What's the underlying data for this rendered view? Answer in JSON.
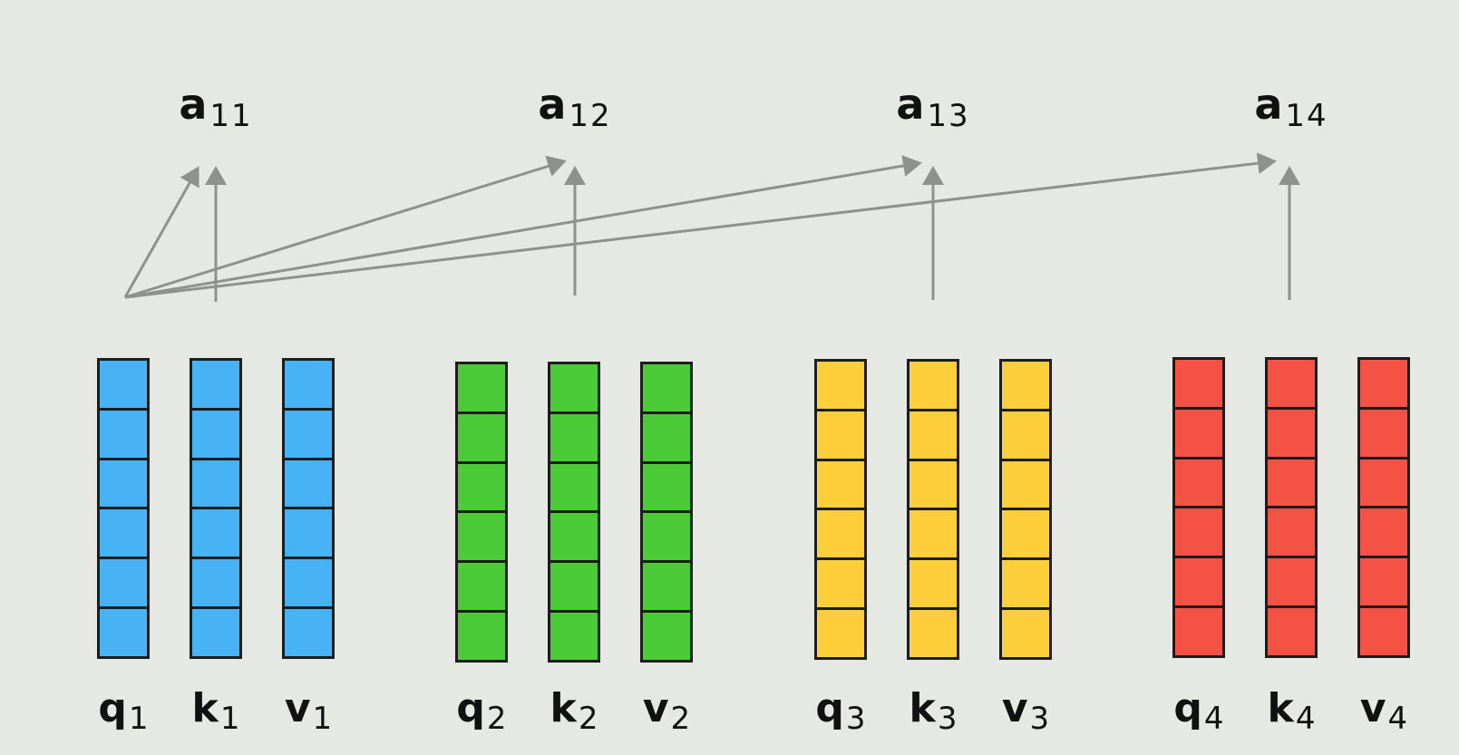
{
  "scores": [
    {
      "base": "a",
      "sub": "11"
    },
    {
      "base": "a",
      "sub": "12"
    },
    {
      "base": "a",
      "sub": "13"
    },
    {
      "base": "a",
      "sub": "14"
    }
  ],
  "groups": [
    {
      "color": "#47b3f5",
      "vectors": [
        {
          "base": "q",
          "sub": "1"
        },
        {
          "base": "k",
          "sub": "1"
        },
        {
          "base": "v",
          "sub": "1"
        }
      ]
    },
    {
      "color": "#4bcc37",
      "vectors": [
        {
          "base": "q",
          "sub": "2"
        },
        {
          "base": "k",
          "sub": "2"
        },
        {
          "base": "v",
          "sub": "2"
        }
      ]
    },
    {
      "color": "#fdd03b",
      "vectors": [
        {
          "base": "q",
          "sub": "3"
        },
        {
          "base": "k",
          "sub": "3"
        },
        {
          "base": "v",
          "sub": "3"
        }
      ]
    },
    {
      "color": "#f45245",
      "vectors": [
        {
          "base": "q",
          "sub": "4"
        },
        {
          "base": "k",
          "sub": "4"
        },
        {
          "base": "v",
          "sub": "4"
        }
      ]
    }
  ],
  "cells_per_vector": 6,
  "arrow_color": "#8f918c"
}
